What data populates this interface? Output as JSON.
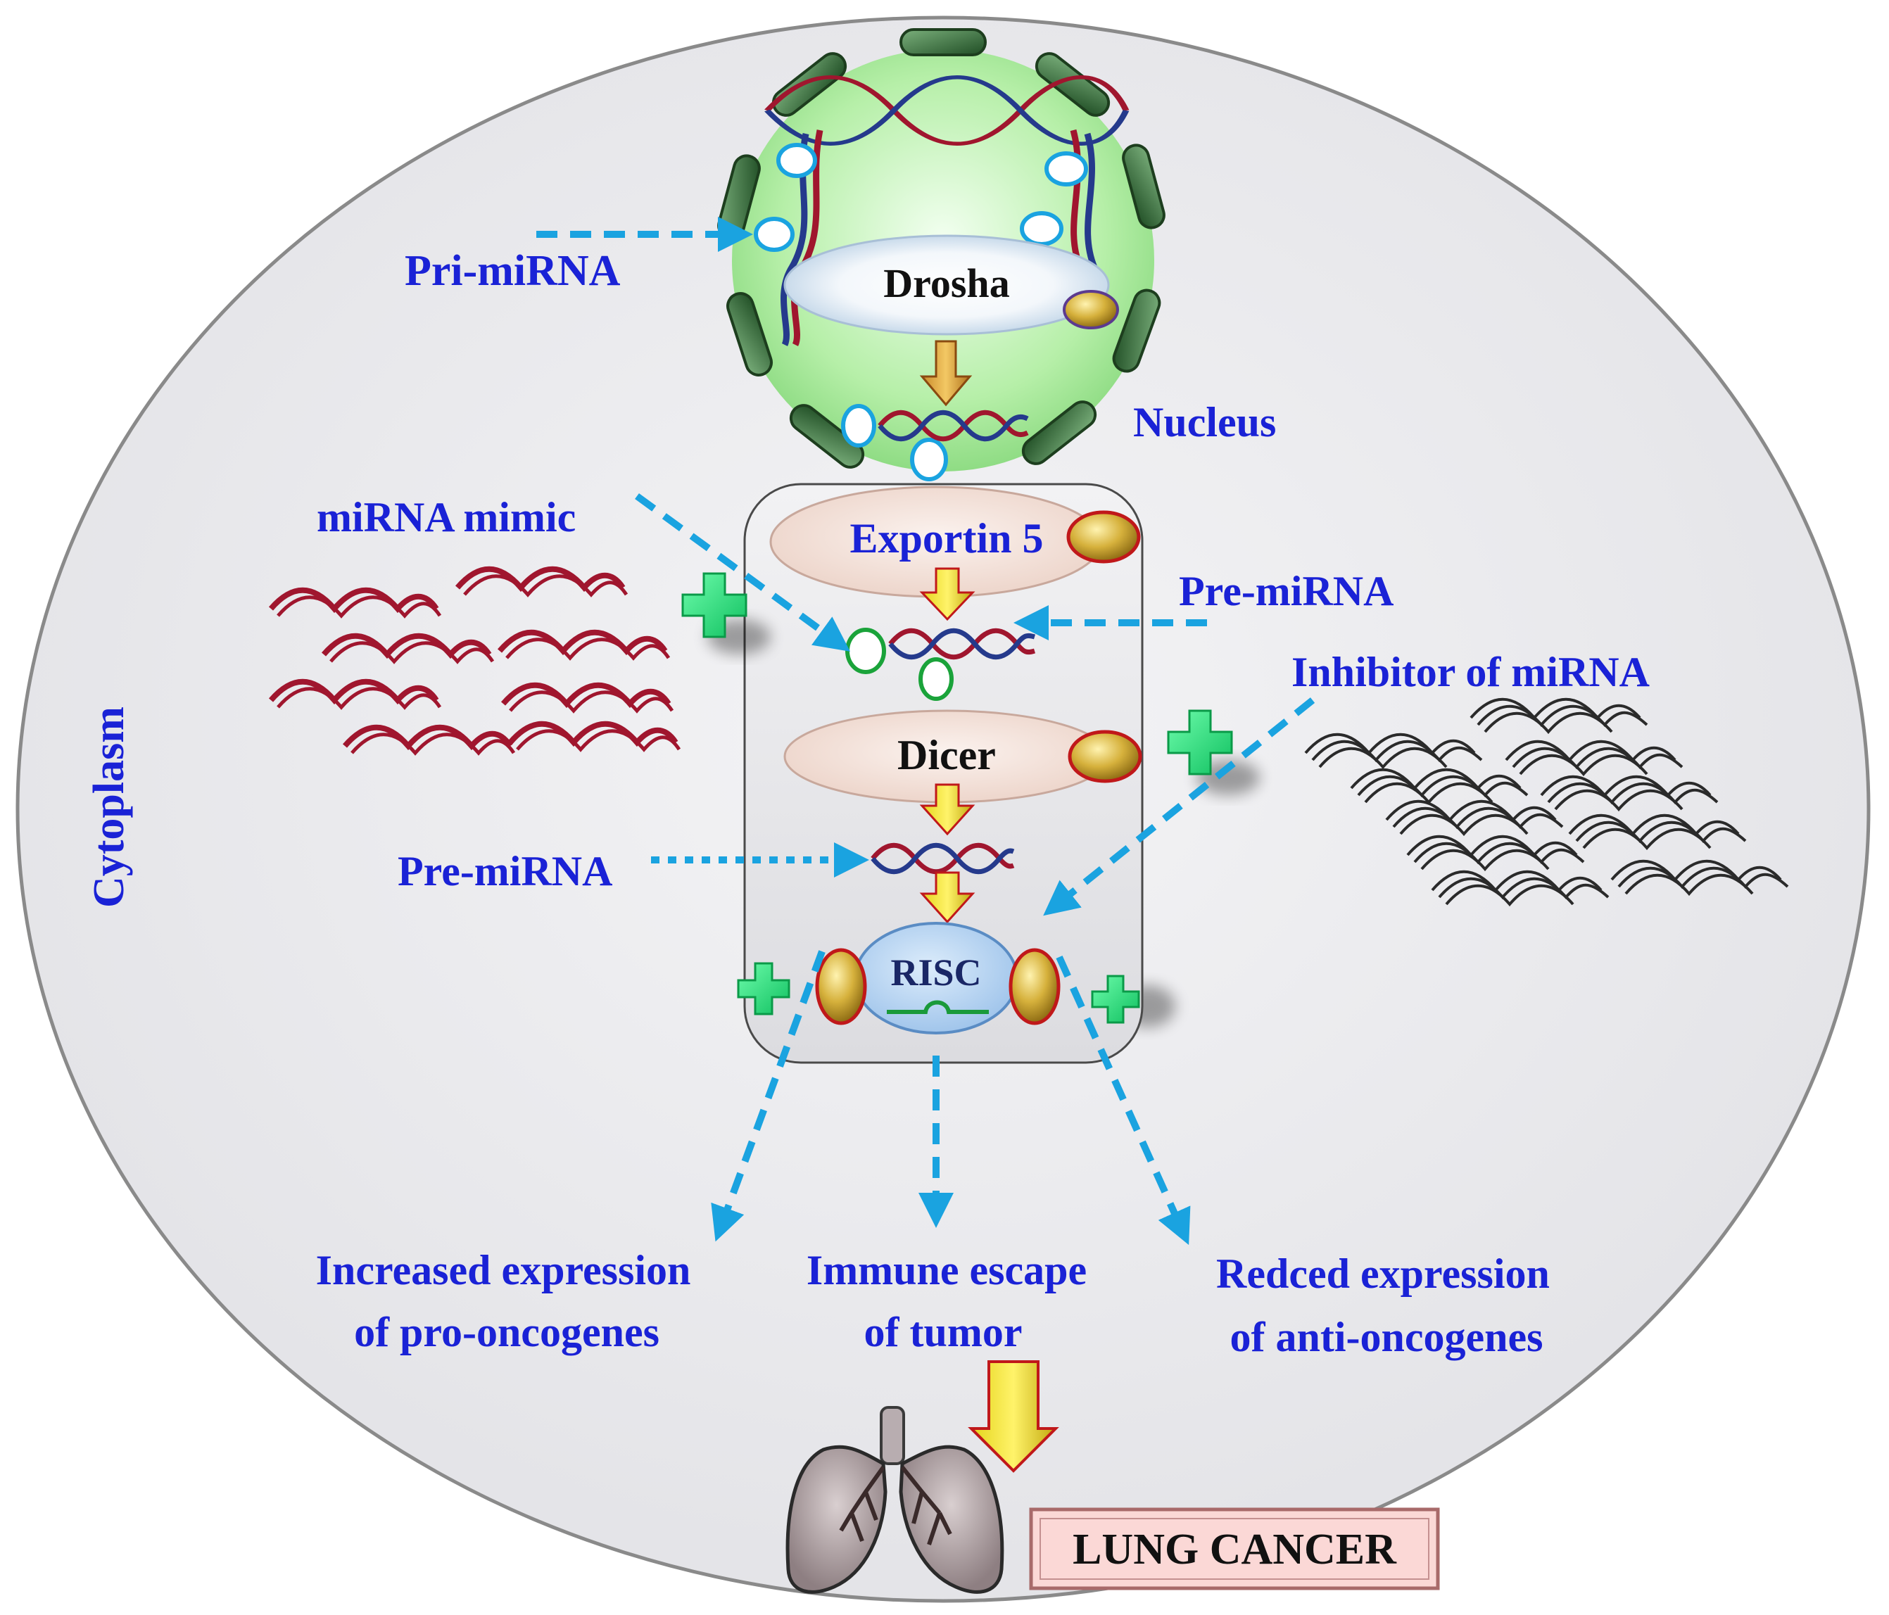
{
  "labels": {
    "pri_mirna": "Pri-miRNA",
    "drosha": "Drosha",
    "nucleus": "Nucleus",
    "mirna_mimic": "miRNA  mimic",
    "exportin5": "Exportin 5",
    "pre_mirna_top": "Pre-miRNA",
    "inhibitor": "Inhibitor of miRNA",
    "cytoplasm": "Cytoplasm",
    "dicer": "Dicer",
    "pre_mirna_left": "Pre-miRNA",
    "risc": "RISC",
    "outcome_left_1": "Increased expression",
    "outcome_left_2": "of pro-oncogenes",
    "outcome_mid_1": "Immune  escape",
    "outcome_mid_2": "of tumor",
    "outcome_right_1": "Redced expression",
    "outcome_right_2": "of anti-oncogenes",
    "lung_cancer": "LUNG CANCER"
  },
  "colors": {
    "label_blue": "#1a22d6",
    "arrow_blue": "#1aa3e0",
    "mimic_red": "#a0162e",
    "plus_green": "#1fe07a",
    "nucleus_green": "#bff2b4",
    "envelope_green": "#2f6a35"
  }
}
